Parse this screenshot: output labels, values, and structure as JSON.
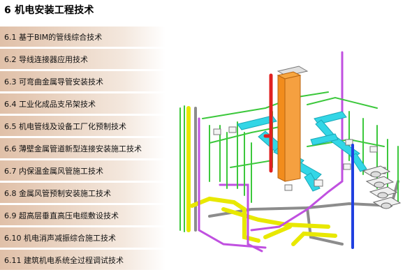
{
  "page": {
    "title": "6 机电安装工程技术"
  },
  "menu": {
    "items": [
      {
        "label": "6.1 基于BIM的管线综合技术"
      },
      {
        "label": "6.2 导线连接器应用技术"
      },
      {
        "label": "6.3 可弯曲金属导管安装技术"
      },
      {
        "label": "6.4 工业化成品支吊架技术"
      },
      {
        "label": "6.5 机电管线及设备工厂化预制技术"
      },
      {
        "label": "6.6 薄壁金属管道新型连接安装施工技术"
      },
      {
        "label": "6.7 内保温金属风管施工技术"
      },
      {
        "label": "6.8 金属风管预制安装施工技术"
      },
      {
        "label": "6.9 超高层垂直高压电缆敷设技术"
      },
      {
        "label": "6.10 机电消声减振综合施工技术"
      },
      {
        "label": "6.11 建筑机电系统全过程调试技术"
      }
    ]
  },
  "colors": {
    "menu_bg_start": "#e0c0a8",
    "duct_orange": "#f28c1c",
    "duct_cyan": "#33d6e6",
    "pipe_yellow": "#e8e800",
    "pipe_green": "#3cc83c",
    "pipe_purple": "#c050e0",
    "pipe_red": "#e02020",
    "pipe_blue": "#2040e0",
    "pipe_gray": "#8c8c8c"
  }
}
